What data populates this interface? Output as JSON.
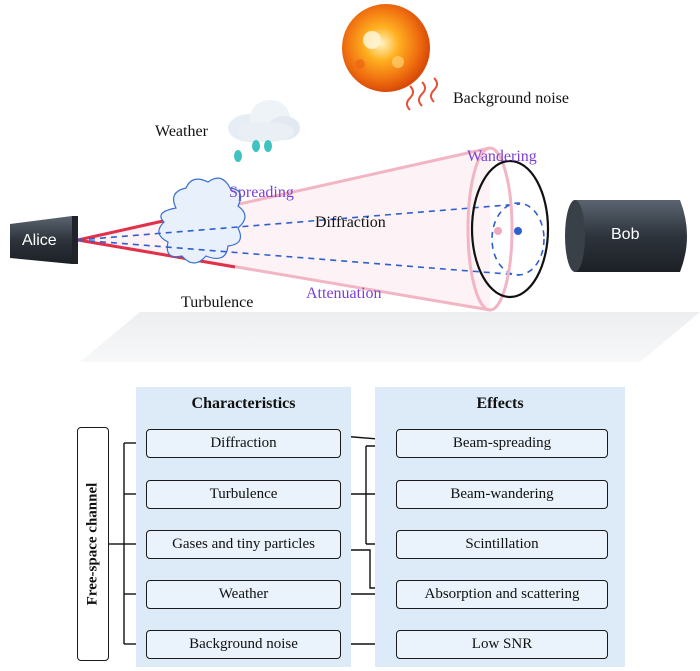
{
  "scene": {
    "alice": "Alice",
    "bob": "Bob",
    "weather": "Weather",
    "background_noise": "Background noise",
    "spreading": "Spreading",
    "diffraction": "Diffraction",
    "turbulence": "Turbulence",
    "attenuation": "Attenuation",
    "wandering": "Wandering"
  },
  "flowchart": {
    "root": "Free-space channel",
    "characteristics_header": "Characteristics",
    "effects_header": "Effects",
    "characteristics": [
      "Diffraction",
      "Turbulence",
      "Gases and tiny particles",
      "Weather",
      "Background noise"
    ],
    "effects": [
      "Beam-spreading",
      "Beam-wandering",
      "Scintillation",
      "Absorption and scattering",
      "Low SNR"
    ]
  },
  "colors": {
    "beam_red": "#e0304a",
    "beam_pink": "#f2b5c4",
    "dash_blue": "#2f5fd0",
    "label_purple": "#7b3fd6",
    "panel_blue": "#dcebf7"
  }
}
